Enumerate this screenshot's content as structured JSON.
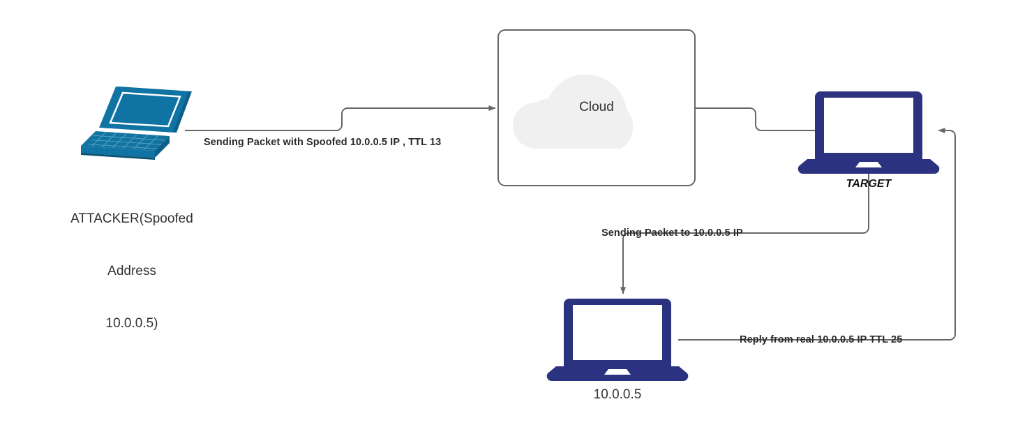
{
  "diagram": {
    "title": "IP Spoofing TTL Diagram",
    "colors": {
      "attacker_laptop": "#0f74a3",
      "attacker_laptop_dark": "#0c5f87",
      "attacker_laptop_light": "#2e8fbd",
      "node_laptop": "#2b3280",
      "connector": "#666666",
      "cloud_shape": "#f0f0f0",
      "box_border": "#666666",
      "label_text": "#2b2b2b",
      "node_text": "#333333",
      "background": "#ffffff"
    },
    "nodes": [
      {
        "id": "attacker",
        "icon": "laptop-isometric-icon",
        "label_lines": [
          "ATTACKER(Spoofed",
          "Address",
          "10.0.0.5)"
        ]
      },
      {
        "id": "cloud",
        "icon": "cloud-icon",
        "label": "Cloud"
      },
      {
        "id": "target",
        "icon": "laptop-icon",
        "label": "TARGET"
      },
      {
        "id": "victim",
        "icon": "laptop-icon",
        "label": "10.0.0.5"
      }
    ],
    "connectors": [
      {
        "id": "attacker-to-cloud",
        "label": "Sending Packet with Spoofed 10.0.0.5 IP , TTL 13",
        "from": "attacker",
        "to": "cloud",
        "arrowhead": true
      },
      {
        "id": "cloud-to-target",
        "label": "",
        "from": "cloud",
        "to": "target",
        "arrowhead": false
      },
      {
        "id": "target-to-victim",
        "label": "Sending Packet to 10.0.0.5 IP",
        "from": "target",
        "to": "victim",
        "arrowhead": true
      },
      {
        "id": "victim-to-target",
        "label": "Reply from real 10.0.0.5 IP TTL 25",
        "from": "victim",
        "to": "target",
        "arrowhead": true
      }
    ]
  }
}
